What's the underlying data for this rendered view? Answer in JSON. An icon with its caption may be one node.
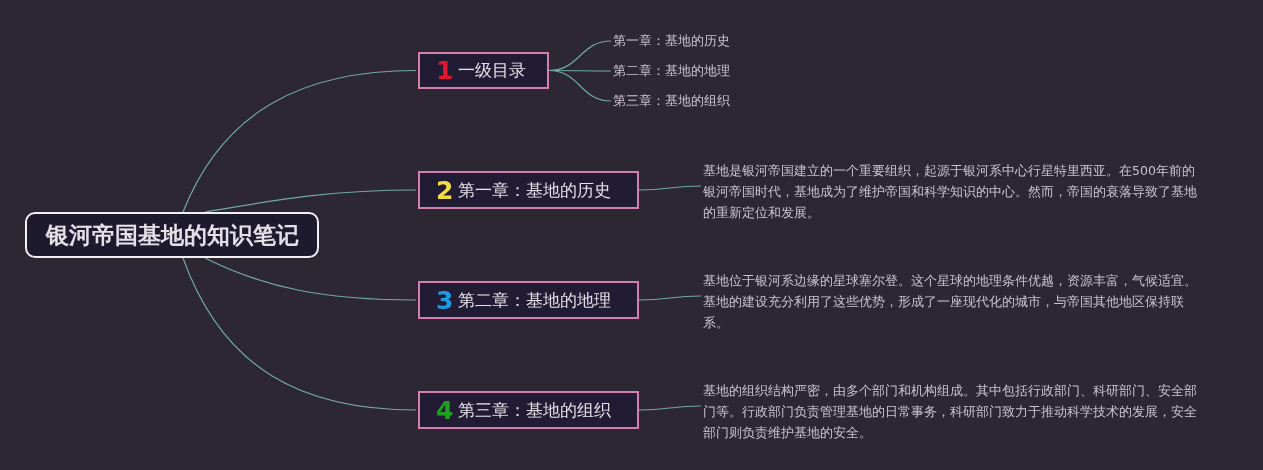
{
  "diagram": {
    "nodes": [
      {
        "text": [
          "银河帝国基地的知识笔记"
        ]
      },
      {
        "text": [
          "1",
          "一级目录"
        ]
      },
      {
        "text": [
          "第一章：基地的历史"
        ]
      },
      {
        "text": [
          "第二章：基地的地理"
        ]
      },
      {
        "text": [
          "第三章：基地的组织"
        ]
      },
      {
        "text": [
          "2",
          "第一章：基地的历史"
        ]
      },
      {
        "text": [
          "基地是银河帝国建立的一个重要组织，起源于银河系中心行星特里西亚。在500年前的银河帝国时代，基地成为了维护帝国和科学知识的中心。然而，帝国的衰落导致了基地的重新定位和发展。"
        ]
      },
      {
        "text": [
          "3",
          "第二章：基地的地理"
        ]
      },
      {
        "text": [
          "基地位于银河系边缘的星球塞尔登。这个星球的地理条件优越，资源丰富，气候适宜。基地的建设充分利用了这些优势，形成了一座现代化的城市，与帝国其他地区保持联系。"
        ]
      },
      {
        "text": [
          "4",
          "第三章：基地的组织"
        ]
      },
      {
        "text": [
          "基地的组织结构严密，由多个部门和机构组成。其中包括行政部门、科研部门、安全部门等。行政部门负责管理基地的日常事务，科研部门致力于推动科学技术的发展，安全部门则负责维护基地的安全。"
        ]
      }
    ],
    "edges": [
      {
        "from": 0,
        "to": 1,
        "arrow": "none"
      },
      {
        "from": 1,
        "to": 2,
        "arrow": "none"
      },
      {
        "from": 1,
        "to": 3,
        "arrow": "none"
      },
      {
        "from": 1,
        "to": 4,
        "arrow": "none"
      },
      {
        "from": 0,
        "to": 5,
        "arrow": "none"
      },
      {
        "from": 5,
        "to": 6,
        "arrow": "none"
      },
      {
        "from": 0,
        "to": 7,
        "arrow": "none"
      },
      {
        "from": 7,
        "to": 8,
        "arrow": "none"
      },
      {
        "from": 0,
        "to": 9,
        "arrow": "none"
      },
      {
        "from": 9,
        "to": 10,
        "arrow": "none"
      }
    ]
  }
}
